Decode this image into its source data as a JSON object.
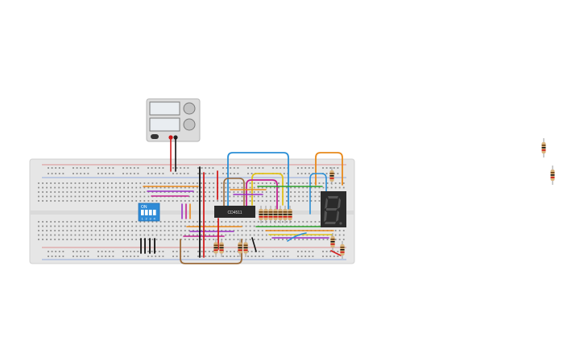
{
  "chip": {
    "label": "CD4511"
  },
  "dip_switch": {
    "on_label": "ON",
    "switch_numbers": [
      "1",
      "2",
      "3",
      "4"
    ]
  },
  "seven_segment": {
    "digit": "8."
  },
  "colors": {
    "breadboard": "#e6e6e6",
    "hole": "#8c8c8c",
    "rail_red": "#d23c3c",
    "rail_blue": "#3c6ed2",
    "wire_orange": "#e8891b",
    "wire_blue": "#2b8fd6",
    "wire_purple": "#9b2fc4",
    "wire_magenta": "#c2238f",
    "wire_green": "#2ca02c",
    "wire_yellow": "#e0c21c",
    "wire_brown": "#9a6a3a",
    "wire_red": "#d21f1f",
    "wire_black": "#111111",
    "dip_body": "#2f8bd7",
    "display_body": "#2b2b2b"
  },
  "icons": {
    "power_supply": "power-supply-icon",
    "knob": "knob-icon"
  }
}
